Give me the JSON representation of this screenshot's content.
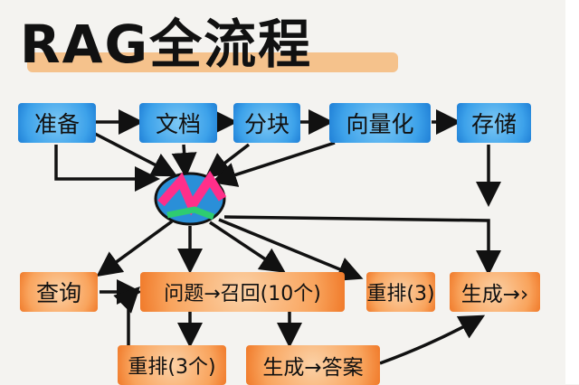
{
  "title": "RAG全流程",
  "top_row": [
    "准备",
    "文档",
    "分块",
    "向量化",
    "存储"
  ],
  "middle_row": {
    "query": "查询",
    "question_recall": "问题→召回(10个)",
    "rerank": "重排(3)",
    "generate": "生成→›"
  },
  "bottom_row": {
    "rerank": "重排(3个)",
    "generate_answer": "生成→答案"
  },
  "colors": {
    "blue": "#3da2ea",
    "orange": "#f9a45d",
    "highlight": "#f6b26b"
  }
}
